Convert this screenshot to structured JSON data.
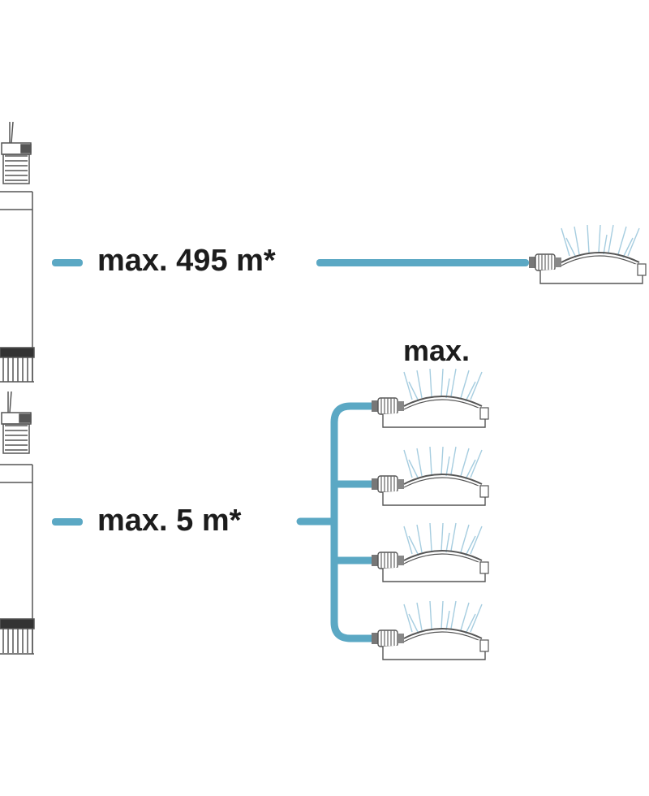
{
  "labels": {
    "single_hose": "max. 495 m*",
    "multi_hose": "max. 5 m*",
    "count_label": "max."
  },
  "colors": {
    "hose": "#5ba8c4",
    "hose_dark": "#3e8aa6",
    "outline": "#555555",
    "connector": "#8a8a8a",
    "spray": "#a6cde0",
    "text": "#1c1c1c"
  },
  "icons": {
    "pump": "submersible-pump-icon",
    "sprinkler": "oscillating-sprinkler-icon"
  }
}
